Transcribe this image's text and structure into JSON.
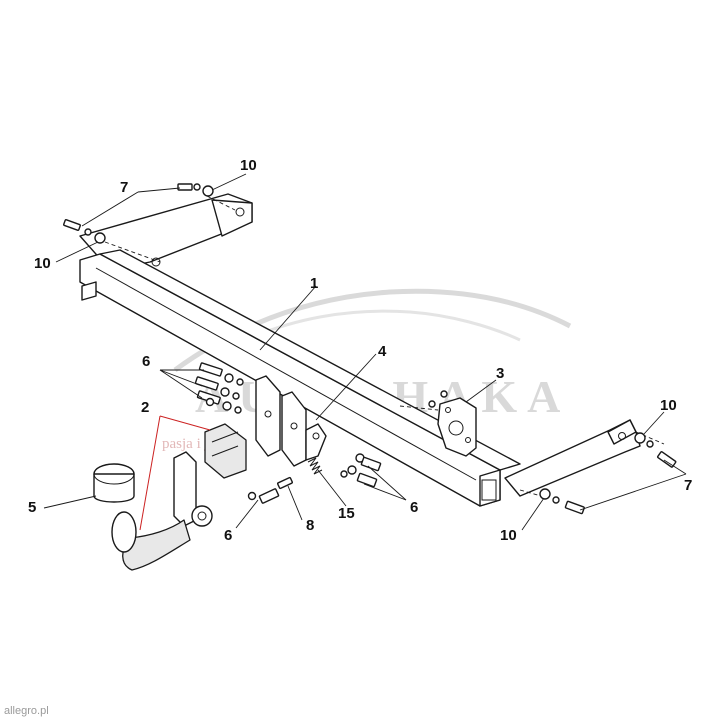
{
  "watermark": {
    "brand": "AUTO-HAKA",
    "tagline": "pasja i jakość"
  },
  "credit": "allegro.pl",
  "callouts": [
    {
      "id": "label-1",
      "text": "1"
    },
    {
      "id": "label-2",
      "text": "2"
    },
    {
      "id": "label-3",
      "text": "3"
    },
    {
      "id": "label-4",
      "text": "4"
    },
    {
      "id": "label-5",
      "text": "5"
    },
    {
      "id": "label-6a",
      "text": "6"
    },
    {
      "id": "label-6b",
      "text": "6"
    },
    {
      "id": "label-6c",
      "text": "6"
    },
    {
      "id": "label-7a",
      "text": "7"
    },
    {
      "id": "label-7b",
      "text": "7"
    },
    {
      "id": "label-8",
      "text": "8"
    },
    {
      "id": "label-10a",
      "text": "10"
    },
    {
      "id": "label-10b",
      "text": "10"
    },
    {
      "id": "label-10c",
      "text": "10"
    },
    {
      "id": "label-10d",
      "text": "10"
    },
    {
      "id": "label-15",
      "text": "15"
    }
  ]
}
